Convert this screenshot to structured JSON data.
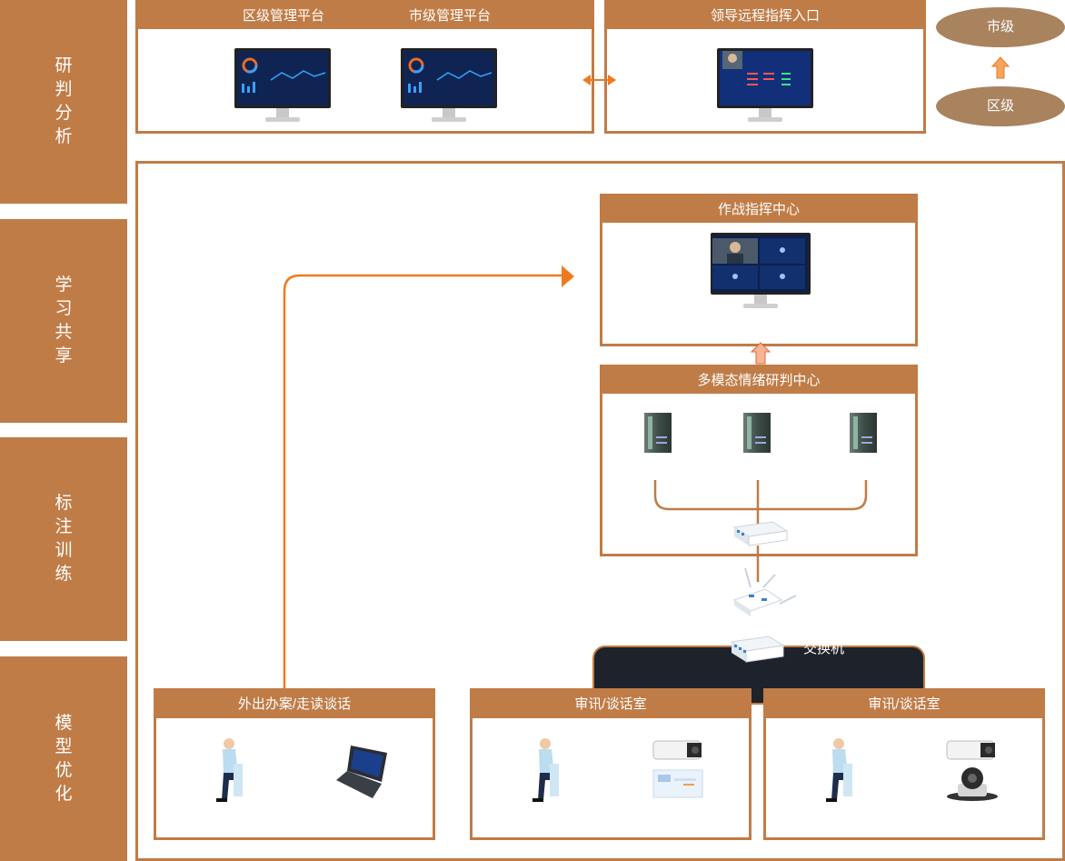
{
  "sidebar": {
    "items": [
      {
        "label": "研判分析"
      },
      {
        "label": "学习共享"
      },
      {
        "label": "标注训练"
      },
      {
        "label": "模型优化"
      }
    ]
  },
  "top": {
    "platform_titles": [
      "区级管理平台",
      "市级管理平台"
    ],
    "remote_title": "领导远程指挥入口",
    "levels": {
      "city": "市级",
      "district": "区级"
    }
  },
  "main": {
    "command_center": "作战指挥中心",
    "analysis_center": "多模态情绪研判中心",
    "switch_label": "交换机",
    "field_panel": "外出办案/走读谈话",
    "interrogation_room_1": "审讯/谈话室",
    "interrogation_room_2": "审讯/谈话室"
  },
  "colors": {
    "brand": "#c07c47",
    "arrow": "#ee7a1e",
    "level_ellipse": "#a9835e",
    "switch_bar": "#1e222b"
  }
}
